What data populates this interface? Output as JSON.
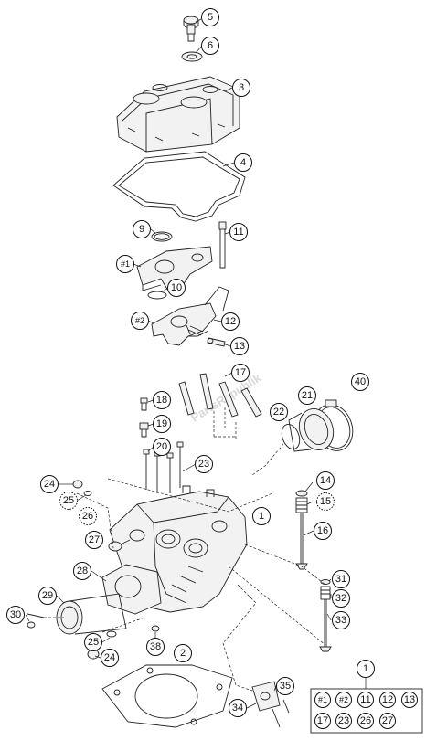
{
  "diagram": {
    "watermark": "PartsRepublik",
    "callouts": [
      {
        "id": "c5",
        "label": "5"
      },
      {
        "id": "c6",
        "label": "6"
      },
      {
        "id": "c3",
        "label": "3"
      },
      {
        "id": "c4",
        "label": "4"
      },
      {
        "id": "c9",
        "label": "9"
      },
      {
        "id": "c11",
        "label": "11"
      },
      {
        "id": "cH1",
        "label": "#1"
      },
      {
        "id": "c10",
        "label": "10"
      },
      {
        "id": "cH2",
        "label": "#2"
      },
      {
        "id": "c12",
        "label": "12"
      },
      {
        "id": "c13",
        "label": "13"
      },
      {
        "id": "c17",
        "label": "17"
      },
      {
        "id": "c40",
        "label": "40"
      },
      {
        "id": "c18",
        "label": "18"
      },
      {
        "id": "c22",
        "label": "22"
      },
      {
        "id": "c21",
        "label": "21"
      },
      {
        "id": "c19",
        "label": "19"
      },
      {
        "id": "c20",
        "label": "20"
      },
      {
        "id": "c23",
        "label": "23"
      },
      {
        "id": "c24a",
        "label": "24"
      },
      {
        "id": "c14",
        "label": "14"
      },
      {
        "id": "c25a",
        "label": "25"
      },
      {
        "id": "c15",
        "label": "15"
      },
      {
        "id": "c1",
        "label": "1"
      },
      {
        "id": "c26",
        "label": "26"
      },
      {
        "id": "c16",
        "label": "16"
      },
      {
        "id": "c27",
        "label": "27"
      },
      {
        "id": "c28",
        "label": "28"
      },
      {
        "id": "c31",
        "label": "31"
      },
      {
        "id": "c29",
        "label": "29"
      },
      {
        "id": "c32",
        "label": "32"
      },
      {
        "id": "c30",
        "label": "30"
      },
      {
        "id": "c33",
        "label": "33"
      },
      {
        "id": "c38",
        "label": "38"
      },
      {
        "id": "c25b",
        "label": "25"
      },
      {
        "id": "c2",
        "label": "2"
      },
      {
        "id": "c24b",
        "label": "24"
      },
      {
        "id": "c35",
        "label": "35"
      },
      {
        "id": "c34",
        "label": "34"
      }
    ],
    "legend": {
      "header": "1",
      "items": [
        "#1",
        "#2",
        "11",
        "12",
        "13",
        "17",
        "23",
        "26",
        "27"
      ]
    }
  }
}
